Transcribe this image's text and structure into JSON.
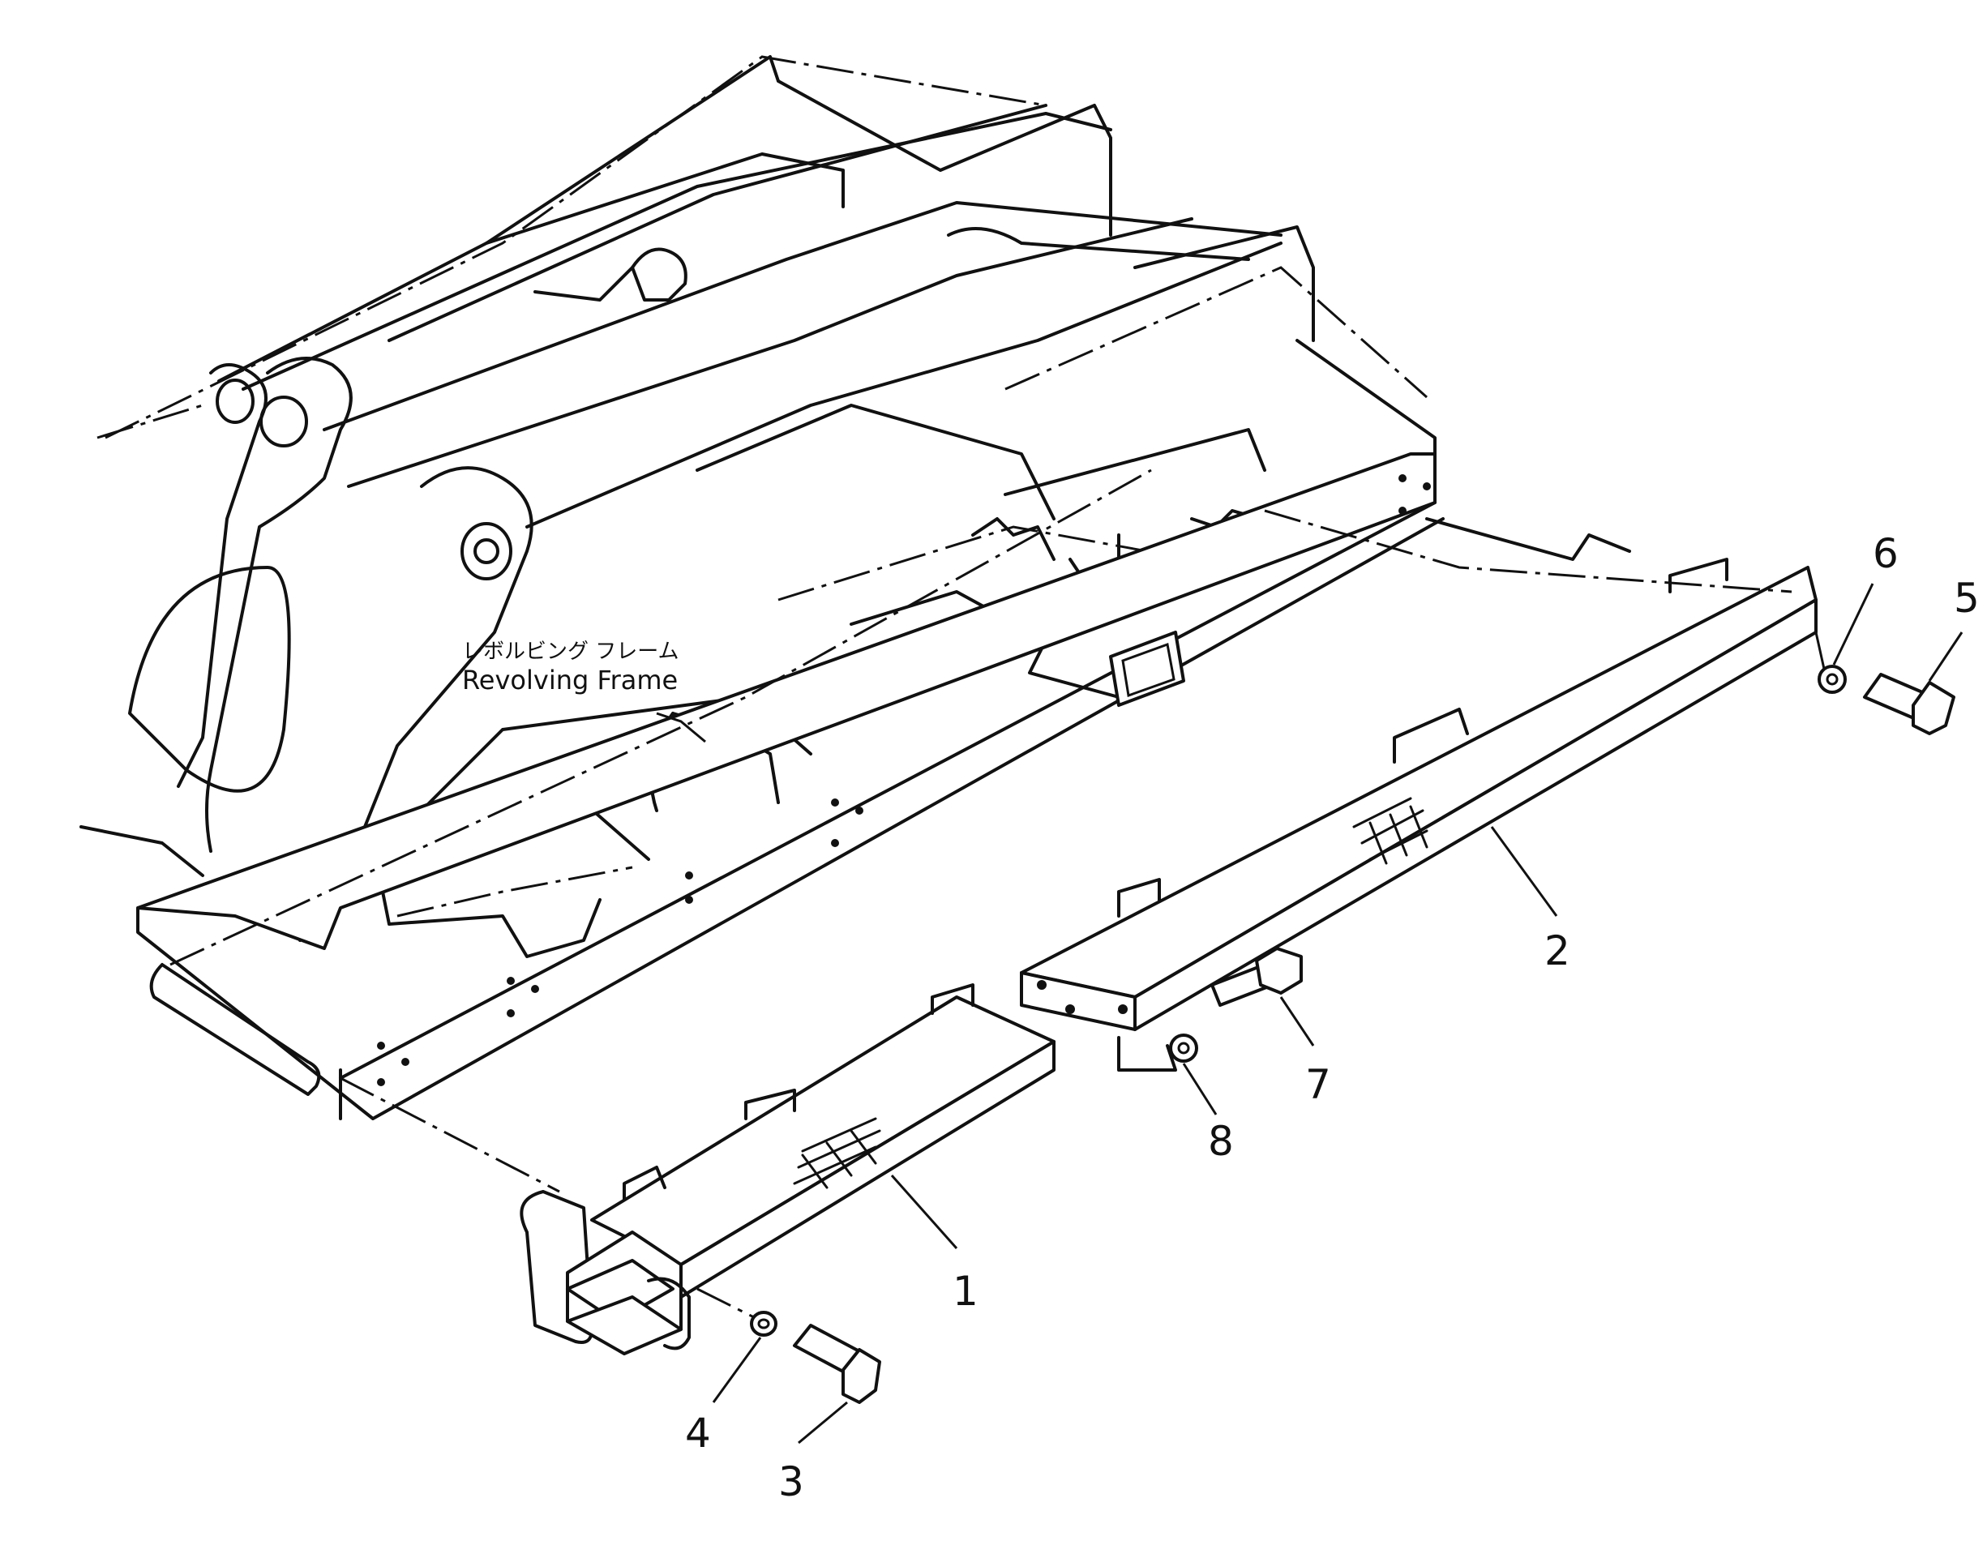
{
  "diagram": {
    "frame_label_jp": "レボルビング フレーム",
    "frame_label_en": "Revolving Frame",
    "callouts": [
      "1",
      "2",
      "3",
      "4",
      "5",
      "6",
      "7",
      "8"
    ]
  }
}
